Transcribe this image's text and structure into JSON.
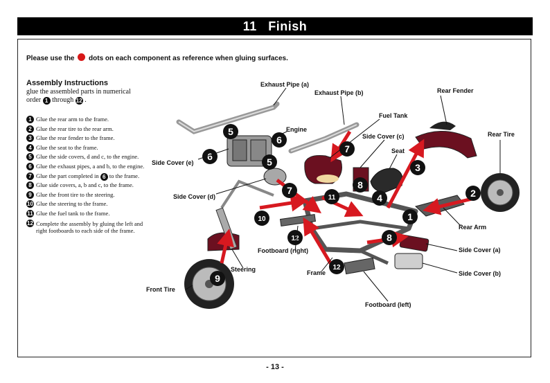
{
  "header": {
    "section": "11",
    "title": "Finish"
  },
  "note": {
    "before": "Please use the",
    "after": "dots on each component as reference when gluing surfaces."
  },
  "assembly": {
    "title": "Assembly Instructions",
    "intro_line1": "glue the assembled parts in numerical",
    "intro_order": "order",
    "intro_through": "through",
    "intro_start": "1",
    "intro_end": "12",
    "steps": [
      {
        "num": "1",
        "text": "Glue the rear arm to the frame."
      },
      {
        "num": "2",
        "text": "Glue the rear tire to the rear arm."
      },
      {
        "num": "3",
        "text": "Glue the rear fender to the frame."
      },
      {
        "num": "4",
        "text": "Glue the seat to the frame."
      },
      {
        "num": "5",
        "text": "Glue the side covers, d and c, to the engine."
      },
      {
        "num": "6",
        "text": "Glue the exhaust pipes, a and b, to the engine."
      },
      {
        "num": "7",
        "text_before": "Glue the part completed in",
        "ref": "6",
        "text_after": "to the frame."
      },
      {
        "num": "8",
        "text": "Glue side covers, a, b and c, to the frame."
      },
      {
        "num": "9",
        "text": "Glue the front tire to the steering."
      },
      {
        "num": "10",
        "text": "Glue the steering to the frame."
      },
      {
        "num": "11",
        "text": "Glue the fuel tank to the frame."
      },
      {
        "num": "12",
        "text_line1": "Complete the assembly by gluing the left and",
        "text_line2": "right footboards to each side of the frame."
      }
    ]
  },
  "diagram": {
    "labels": {
      "exhaust_a": "Exhaust Pipe (a)",
      "exhaust_b": "Exhaust Pipe (b)",
      "rear_fender": "Rear Fender",
      "fuel_tank": "Fuel Tank",
      "engine": "Engine",
      "rear_tire": "Rear Tire",
      "side_cover_c": "Side Cover (c)",
      "seat": "Seat",
      "side_cover_e": "Side Cover (e)",
      "side_cover_d": "Side Cover (d)",
      "rear_arm": "Rear Arm",
      "footboard_right": "Footboard (right)",
      "side_cover_a": "Side Cover (a)",
      "frame": "Frame",
      "side_cover_b": "Side Cover (b)",
      "steering": "Steering",
      "front_tire": "Front Tire",
      "footboard_left": "Footboard (left)"
    },
    "step_markers": [
      "5",
      "6",
      "6",
      "5",
      "7",
      "7",
      "8",
      "11",
      "4",
      "3",
      "2",
      "1",
      "10",
      "12",
      "8",
      "12",
      "9"
    ],
    "colors": {
      "arrow": "#d71920",
      "body_paint": "#6b1020",
      "frame": "#555555",
      "chrome": "#bbbbbb"
    }
  },
  "footer": {
    "page": "- 13 -"
  }
}
